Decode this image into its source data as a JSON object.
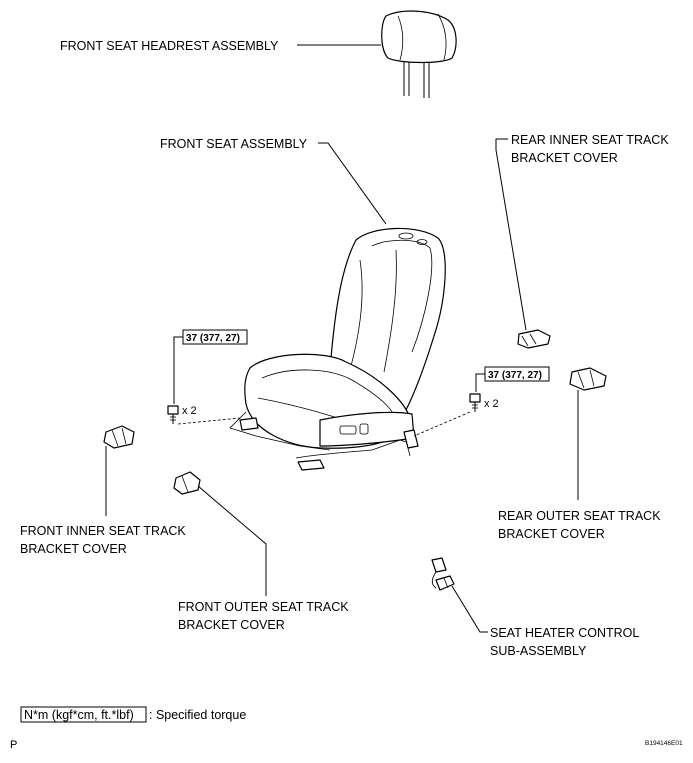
{
  "labels": {
    "headrest": "FRONT SEAT HEADREST ASSEMBLY",
    "seat": "FRONT SEAT ASSEMBLY",
    "rear_inner_1": "REAR INNER SEAT TRACK",
    "rear_inner_2": "BRACKET COVER",
    "rear_outer_1": "REAR OUTER SEAT TRACK",
    "rear_outer_2": "BRACKET COVER",
    "front_inner_1": "FRONT INNER SEAT TRACK",
    "front_inner_2": "BRACKET COVER",
    "front_outer_1": "FRONT OUTER SEAT TRACK",
    "front_outer_2": "BRACKET COVER",
    "heater_1": "SEAT HEATER CONTROL",
    "heater_2": "SUB-ASSEMBLY"
  },
  "torque": {
    "left_value": "37 (377, 27)",
    "right_value": "37 (377, 27)",
    "left_qty": "x 2",
    "right_qty": "x 2"
  },
  "legend": {
    "unit": "N*m (kgf*cm, ft.*lbf)",
    "text": ": Specified torque"
  },
  "footer": {
    "left_mark": "P",
    "figure_id": "B194146E01"
  }
}
